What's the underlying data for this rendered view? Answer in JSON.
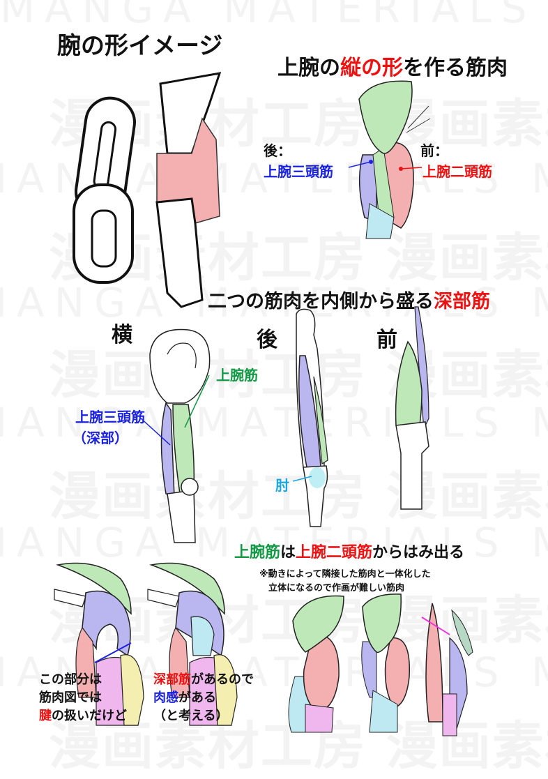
{
  "watermark": {
    "english": "MANGA MATERIALS  MANGA MATERIALS  MANGA",
    "japanese": "漫画素材工房  漫画素材工房"
  },
  "colors": {
    "red": "#ee1111",
    "blue": "#1a22e0",
    "green": "#119944",
    "cyan": "#19a6e0",
    "muscle_pink": "#f4b0b0",
    "muscle_green": "#bfe8b8",
    "muscle_purple": "#b9b6f0",
    "muscle_cyan": "#bfe9f2",
    "muscle_magenta": "#f0b6ee",
    "muscle_yellow": "#f4efb0"
  },
  "section1": {
    "title": "腕の形イメージ"
  },
  "section2": {
    "title_part1": "上腕の",
    "title_highlight": "縦の形",
    "title_part2": "を作る筋肉",
    "back_label": "後：",
    "front_label": "前：",
    "triceps_label": "上腕三頭筋",
    "biceps_label": "上腕二頭筋"
  },
  "section3": {
    "title_part1": "二つの筋肉を内側から盛る",
    "title_highlight": "深部筋",
    "view_side": "横",
    "view_back": "後",
    "view_front": "前",
    "brachialis_label": "上腕筋",
    "triceps_deep_label_line1": "上腕三頭筋",
    "triceps_deep_label_line2": "（深部）",
    "elbow_label": "肘"
  },
  "section4": {
    "title_green": "上腕筋",
    "title_mid": "は",
    "title_red": "上腕二頭筋",
    "title_end": "からはみ出る",
    "note_line1": "※動きによって隣接した筋肉と一体化した",
    "note_line2": "立体になるので作画が難しい筋肉"
  },
  "section5": {
    "left_line1": "この部分は",
    "left_line2": "筋肉図では",
    "left_line3_red": "腱",
    "left_line3_rest": "の扱いだけど",
    "right_line1_red": "深部筋",
    "right_line1_rest": "があるので",
    "right_line2_blue": "肉感",
    "right_line2_rest": "がある",
    "right_line3": "（と考える）"
  }
}
